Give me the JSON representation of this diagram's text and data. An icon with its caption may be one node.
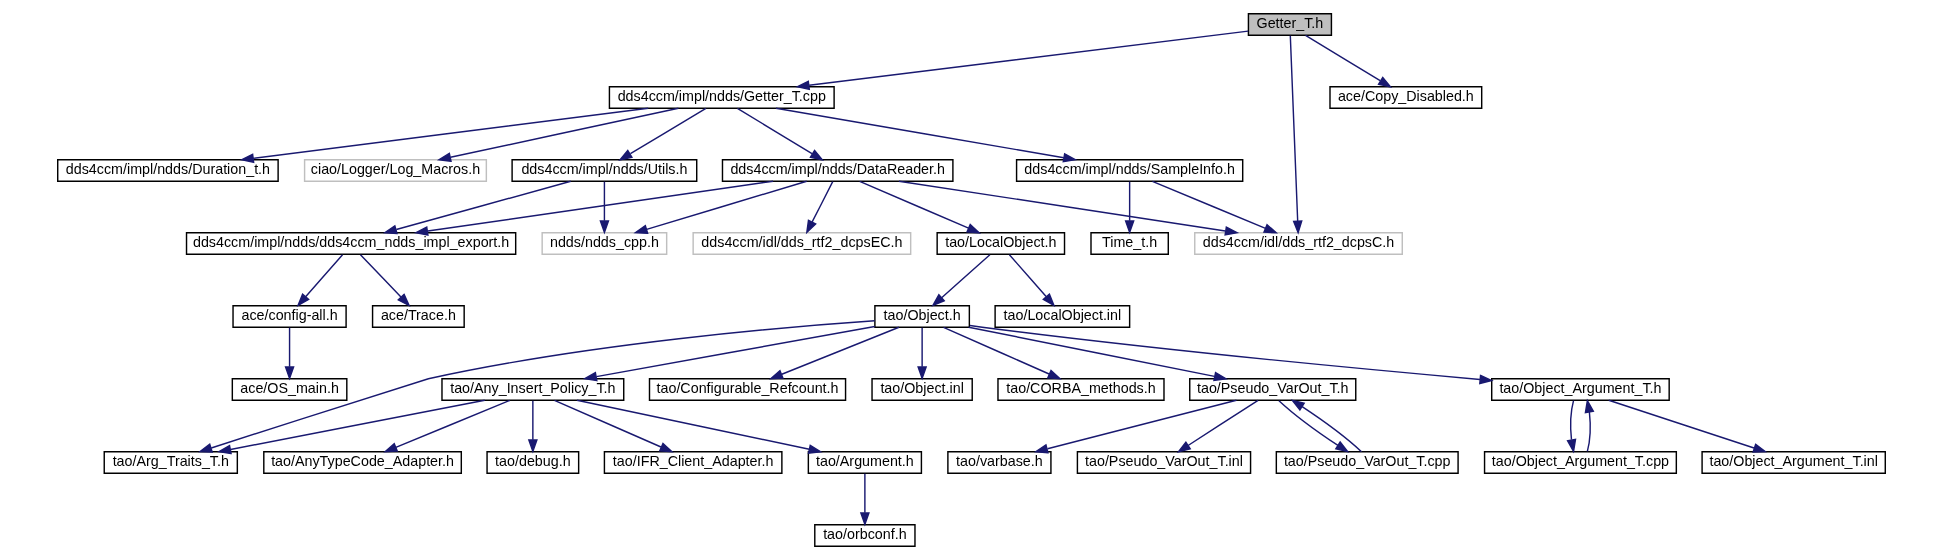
{
  "diagram": {
    "nodes": [
      {
        "text": [
          "Getter_T.h"
        ]
      },
      {
        "text": [
          "dds4ccm/impl/ndds/Getter_T.cpp"
        ]
      },
      {
        "text": [
          "ace/Copy_Disabled.h"
        ]
      },
      {
        "text": [
          "dds4ccm/impl/ndds/SampleInfo.h"
        ]
      },
      {
        "text": [
          "dds4ccm/impl/ndds/DataReader.h"
        ]
      },
      {
        "text": [
          "dds4ccm/impl/ndds/Duration_t.h"
        ]
      },
      {
        "text": [
          "ciao/Logger/Log_Macros.h"
        ]
      },
      {
        "text": [
          "dds4ccm/impl/ndds/Utils.h"
        ]
      },
      {
        "text": [
          "dds4ccm/idl/dds_rtf2_dcpsC.h"
        ]
      },
      {
        "text": [
          "Time_t.h"
        ]
      },
      {
        "text": [
          "tao/LocalObject.h"
        ]
      },
      {
        "text": [
          "dds4ccm/idl/dds_rtf2_dcpsEC.h"
        ]
      },
      {
        "text": [
          "ndds/ndds_cpp.h"
        ]
      },
      {
        "text": [
          "dds4ccm/impl/ndds/dds4ccm_ndds_impl_export.h"
        ]
      },
      {
        "text": [
          "tao/Object.h"
        ]
      },
      {
        "text": [
          "tao/LocalObject.inl"
        ]
      },
      {
        "text": [
          "ace/config-all.h"
        ]
      },
      {
        "text": [
          "ace/Trace.h"
        ]
      },
      {
        "text": [
          "tao/CORBA_methods.h"
        ]
      },
      {
        "text": [
          "tao/Pseudo_VarOut_T.h"
        ]
      },
      {
        "text": [
          "tao/Object_Argument_T.h"
        ]
      },
      {
        "text": [
          "tao/Any_Insert_Policy_T.h"
        ]
      },
      {
        "text": [
          "tao/Configurable_Refcount.h"
        ]
      },
      {
        "text": [
          "tao/Object.inl"
        ]
      },
      {
        "text": [
          "ace/OS_main.h"
        ]
      },
      {
        "text": [
          "tao/Pseudo_VarOut_T.inl"
        ]
      },
      {
        "text": [
          "tao/Pseudo_VarOut_T.cpp"
        ]
      },
      {
        "text": [
          "tao/varbase.h"
        ]
      },
      {
        "text": [
          "tao/Object_Argument_T.inl"
        ]
      },
      {
        "text": [
          "tao/Object_Argument_T.cpp"
        ]
      },
      {
        "text": [
          "tao/Arg_Traits_T.h"
        ]
      },
      {
        "text": [
          "tao/debug.h"
        ]
      },
      {
        "text": [
          "tao/IFR_Client_Adapter.h"
        ]
      },
      {
        "text": [
          "tao/Argument.h"
        ]
      },
      {
        "text": [
          "tao/AnyTypeCode_Adapter.h"
        ]
      },
      {
        "text": [
          "tao/orbconf.h"
        ]
      }
    ],
    "edges": [
      {
        "from": 0,
        "to": 8,
        "arrow": "to"
      },
      {
        "from": 0,
        "to": 1,
        "arrow": "to"
      },
      {
        "from": 0,
        "to": 2,
        "arrow": "to"
      },
      {
        "from": 1,
        "to": 3,
        "arrow": "to"
      },
      {
        "from": 1,
        "to": 4,
        "arrow": "to"
      },
      {
        "from": 1,
        "to": 5,
        "arrow": "to"
      },
      {
        "from": 1,
        "to": 6,
        "arrow": "to"
      },
      {
        "from": 1,
        "to": 7,
        "arrow": "to"
      },
      {
        "from": 3,
        "to": 8,
        "arrow": "to"
      },
      {
        "from": 3,
        "to": 9,
        "arrow": "to"
      },
      {
        "from": 4,
        "to": 8,
        "arrow": "to"
      },
      {
        "from": 4,
        "to": 10,
        "arrow": "to"
      },
      {
        "from": 4,
        "to": 11,
        "arrow": "to"
      },
      {
        "from": 4,
        "to": 12,
        "arrow": "to"
      },
      {
        "from": 4,
        "to": 13,
        "arrow": "to"
      },
      {
        "from": 7,
        "to": 12,
        "arrow": "to"
      },
      {
        "from": 7,
        "to": 13,
        "arrow": "to"
      },
      {
        "from": 10,
        "to": 14,
        "arrow": "to"
      },
      {
        "from": 10,
        "to": 15,
        "arrow": "to"
      },
      {
        "from": 13,
        "to": 16,
        "arrow": "to"
      },
      {
        "from": 13,
        "to": 17,
        "arrow": "to"
      },
      {
        "from": 16,
        "to": 24,
        "arrow": "to"
      },
      {
        "from": 14,
        "to": 18,
        "arrow": "to"
      },
      {
        "from": 14,
        "to": 19,
        "arrow": "to"
      },
      {
        "from": 14,
        "to": 20,
        "arrow": "to"
      },
      {
        "from": 14,
        "to": 30,
        "arrow": "to"
      },
      {
        "from": 14,
        "to": 21,
        "arrow": "to"
      },
      {
        "from": 14,
        "to": 22,
        "arrow": "to"
      },
      {
        "from": 14,
        "to": 23,
        "arrow": "to"
      },
      {
        "from": 19,
        "to": 25,
        "arrow": "to"
      },
      {
        "from": 19,
        "to": 26,
        "arrow": "to"
      },
      {
        "from": 26,
        "to": 19,
        "arrow": "to"
      },
      {
        "from": 19,
        "to": 27,
        "arrow": "to"
      },
      {
        "from": 20,
        "to": 28,
        "arrow": "to"
      },
      {
        "from": 20,
        "to": 29,
        "arrow": "to"
      },
      {
        "from": 29,
        "to": 20,
        "arrow": "to"
      },
      {
        "from": 21,
        "to": 30,
        "arrow": "to"
      },
      {
        "from": 21,
        "to": 31,
        "arrow": "to"
      },
      {
        "from": 21,
        "to": 32,
        "arrow": "to"
      },
      {
        "from": 21,
        "to": 33,
        "arrow": "to"
      },
      {
        "from": 21,
        "to": 34,
        "arrow": "to"
      },
      {
        "from": 33,
        "to": 35,
        "arrow": "to"
      }
    ]
  }
}
